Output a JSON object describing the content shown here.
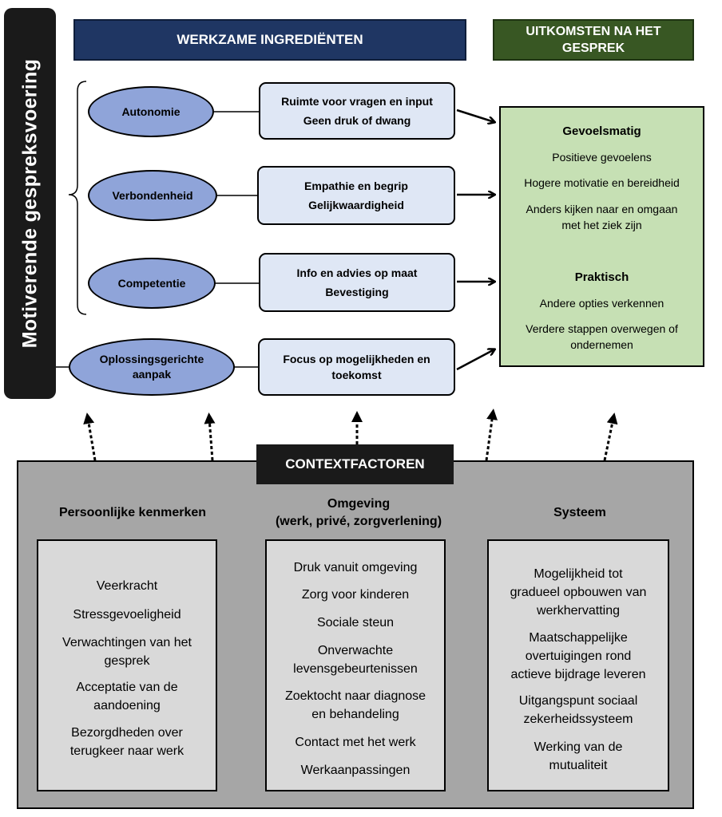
{
  "side_title": "Motiverende gespreksvoering",
  "header_ingredients": "WERKZAME INGREDIËNTEN",
  "header_outcomes": "UITKOMSTEN NA HET\nGESPREK",
  "ingredients": [
    {
      "name": "Autonomie",
      "lines": [
        "Ruimte voor vragen en input",
        "Geen druk of dwang"
      ]
    },
    {
      "name": "Verbondenheid",
      "lines": [
        "Empathie en begrip",
        "Gelijkwaardigheid"
      ]
    },
    {
      "name": "Competentie",
      "lines": [
        "Info en advies op maat",
        "Bevestiging"
      ]
    },
    {
      "name": "Oplossingsgerichte\naanpak",
      "text": "Focus op mogelijkheden en\ntoekomst"
    }
  ],
  "outcomes": {
    "groups": [
      {
        "title": "Gevoelsmatig",
        "items": [
          "Positieve gevoelens",
          "Hogere motivatie en bereidheid",
          "Anders kijken naar en omgaan\nmet het ziek zijn"
        ]
      },
      {
        "title": "Praktisch",
        "items": [
          "Andere opties verkennen",
          "Verdere stappen overwegen of\nondernemen"
        ]
      }
    ]
  },
  "context": {
    "title": "CONTEXTFACTOREN",
    "columns": [
      {
        "title": "Persoonlijke kenmerken",
        "items": [
          "Veerkracht",
          "Stressgevoeligheid",
          "Verwachtingen van het\ngesprek",
          "Acceptatie van de\naandoening",
          "Bezorgdheden over\nterugkeer naar werk"
        ]
      },
      {
        "title": "Omgeving\n(werk, privé, zorgverlening)",
        "items": [
          "Druk vanuit omgeving",
          "Zorg voor kinderen",
          "Sociale steun",
          "Onverwachte\nlevensgebeurtenissen",
          "Zoektocht naar diagnose\nen behandeling",
          "Contact met het werk",
          "Werkaanpassingen"
        ]
      },
      {
        "title": "Systeem",
        "items": [
          "Mogelijkheid tot\ngradueel opbouwen van\nwerkhervatting",
          "Maatschappelijke\novertuigingen rond\nactieve bijdrage leveren",
          "Uitgangspunt sociaal\nzekerheidssysteem",
          "Werking van de\nmutualiteit"
        ]
      }
    ]
  }
}
